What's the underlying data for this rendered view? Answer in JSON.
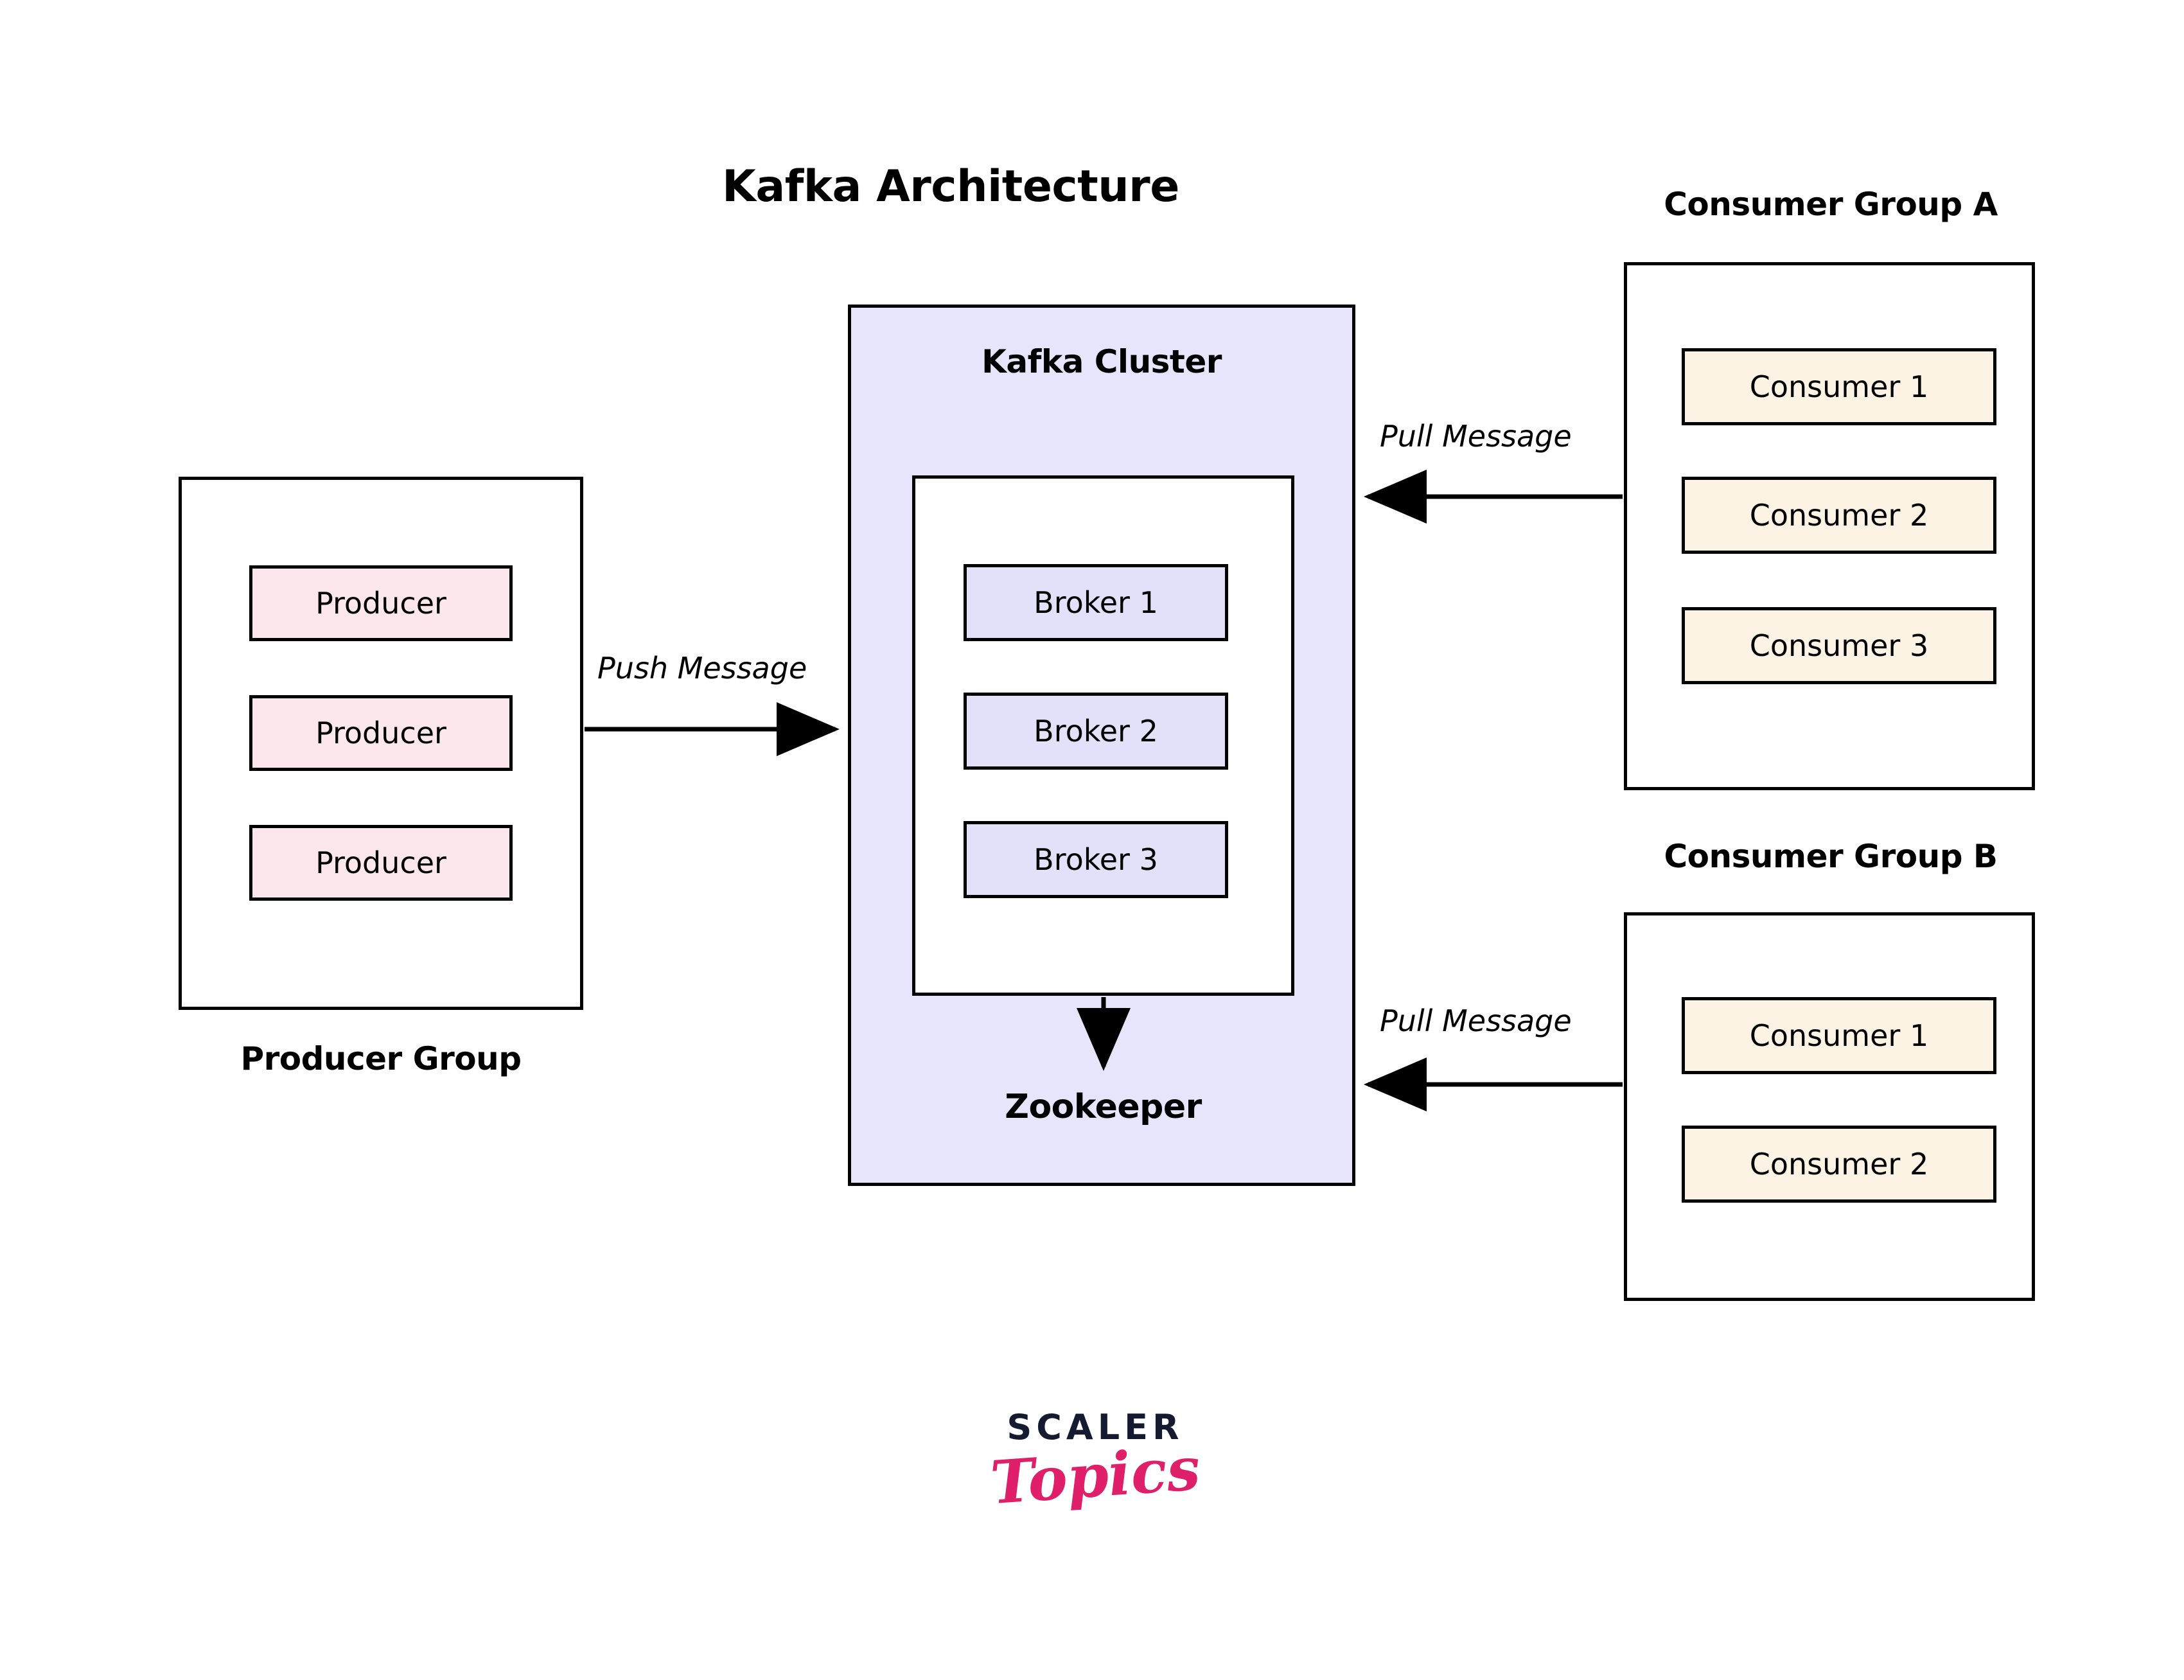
{
  "diagram": {
    "title": "Kafka Architecture",
    "type": "architecture-diagram",
    "background": "#ffffff"
  },
  "producer_group": {
    "title": "Producer Group",
    "title_position": "below",
    "items": [
      {
        "label": "Producer"
      },
      {
        "label": "Producer"
      },
      {
        "label": "Producer"
      }
    ],
    "box_fill": "#fce8ec",
    "box_border": "#000000"
  },
  "kafka_cluster": {
    "title": "Kafka Cluster",
    "fill": "#e7e5fb",
    "border": "#000000",
    "broker_container": {
      "fill": "#ffffff",
      "border": "#000000",
      "brokers": [
        {
          "label": "Broker 1"
        },
        {
          "label": "Broker 2"
        },
        {
          "label": "Broker 3"
        }
      ],
      "broker_fill": "#e3e1f9"
    },
    "zookeeper": {
      "label": "Zookeeper"
    }
  },
  "consumer_groups": [
    {
      "title": "Consumer Group A",
      "title_position": "above",
      "items": [
        {
          "label": "Consumer 1"
        },
        {
          "label": "Consumer 2"
        },
        {
          "label": "Consumer 3"
        }
      ],
      "box_fill": "#fdf3e5",
      "box_border": "#000000"
    },
    {
      "title": "Consumer Group B",
      "title_position": "above",
      "items": [
        {
          "label": "Consumer 1"
        },
        {
          "label": "Consumer 2"
        }
      ],
      "box_fill": "#fdf3e5",
      "box_border": "#000000"
    }
  ],
  "edges": [
    {
      "label": "Push Message",
      "from": "producer-group",
      "to": "kafka-cluster",
      "direction": "right",
      "style": "italic"
    },
    {
      "label": "Pull Message",
      "from": "consumer-group-a",
      "to": "kafka-cluster",
      "direction": "left",
      "style": "italic"
    },
    {
      "label": "Pull Message",
      "from": "consumer-group-b",
      "to": "kafka-cluster",
      "direction": "left",
      "style": "italic"
    },
    {
      "label": "",
      "from": "broker-container",
      "to": "zookeeper",
      "direction": "down",
      "style": "plain"
    }
  ],
  "branding": {
    "name_primary": "SCALER",
    "name_secondary": "Topics",
    "color_primary": "#141a30",
    "color_secondary": "#e01f6a"
  }
}
